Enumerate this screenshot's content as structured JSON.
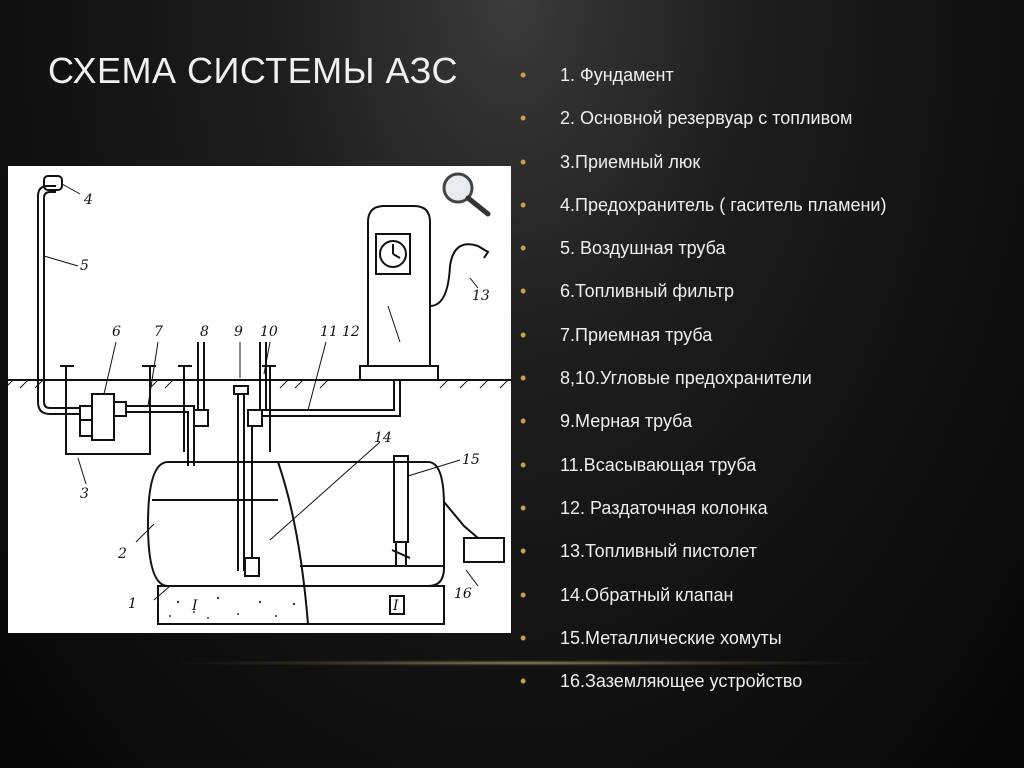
{
  "slide": {
    "title": "СХЕМА СИСТЕМЫ АЗС"
  },
  "legend": {
    "bullet_color": "#c8a04e",
    "items": [
      "1. Фундамент",
      "2. Основной резервуар с топливом",
      "3.Приемный люк",
      "4.Предохранитель ( гаситель пламени)",
      "5. Воздушная труба",
      "6.Топливный фильтр",
      "7.Приемная труба",
      "8,10.Угловые предохранители",
      "9.Мерная труба",
      "11.Всасывающая труба",
      "12. Раздаточная колонка",
      "13.Топливный пистолет",
      "14.Обратный клапан",
      "15.Металлические хомуты",
      "16.Заземляющее устройство"
    ]
  },
  "diagram": {
    "labels": [
      "1",
      "2",
      "3",
      "4",
      "5",
      "6",
      "7",
      "8",
      "9",
      "10",
      "11",
      "12",
      "13",
      "14",
      "15",
      "16"
    ],
    "roman_mark": "I",
    "magnifier_icon": "magnifier-icon"
  }
}
